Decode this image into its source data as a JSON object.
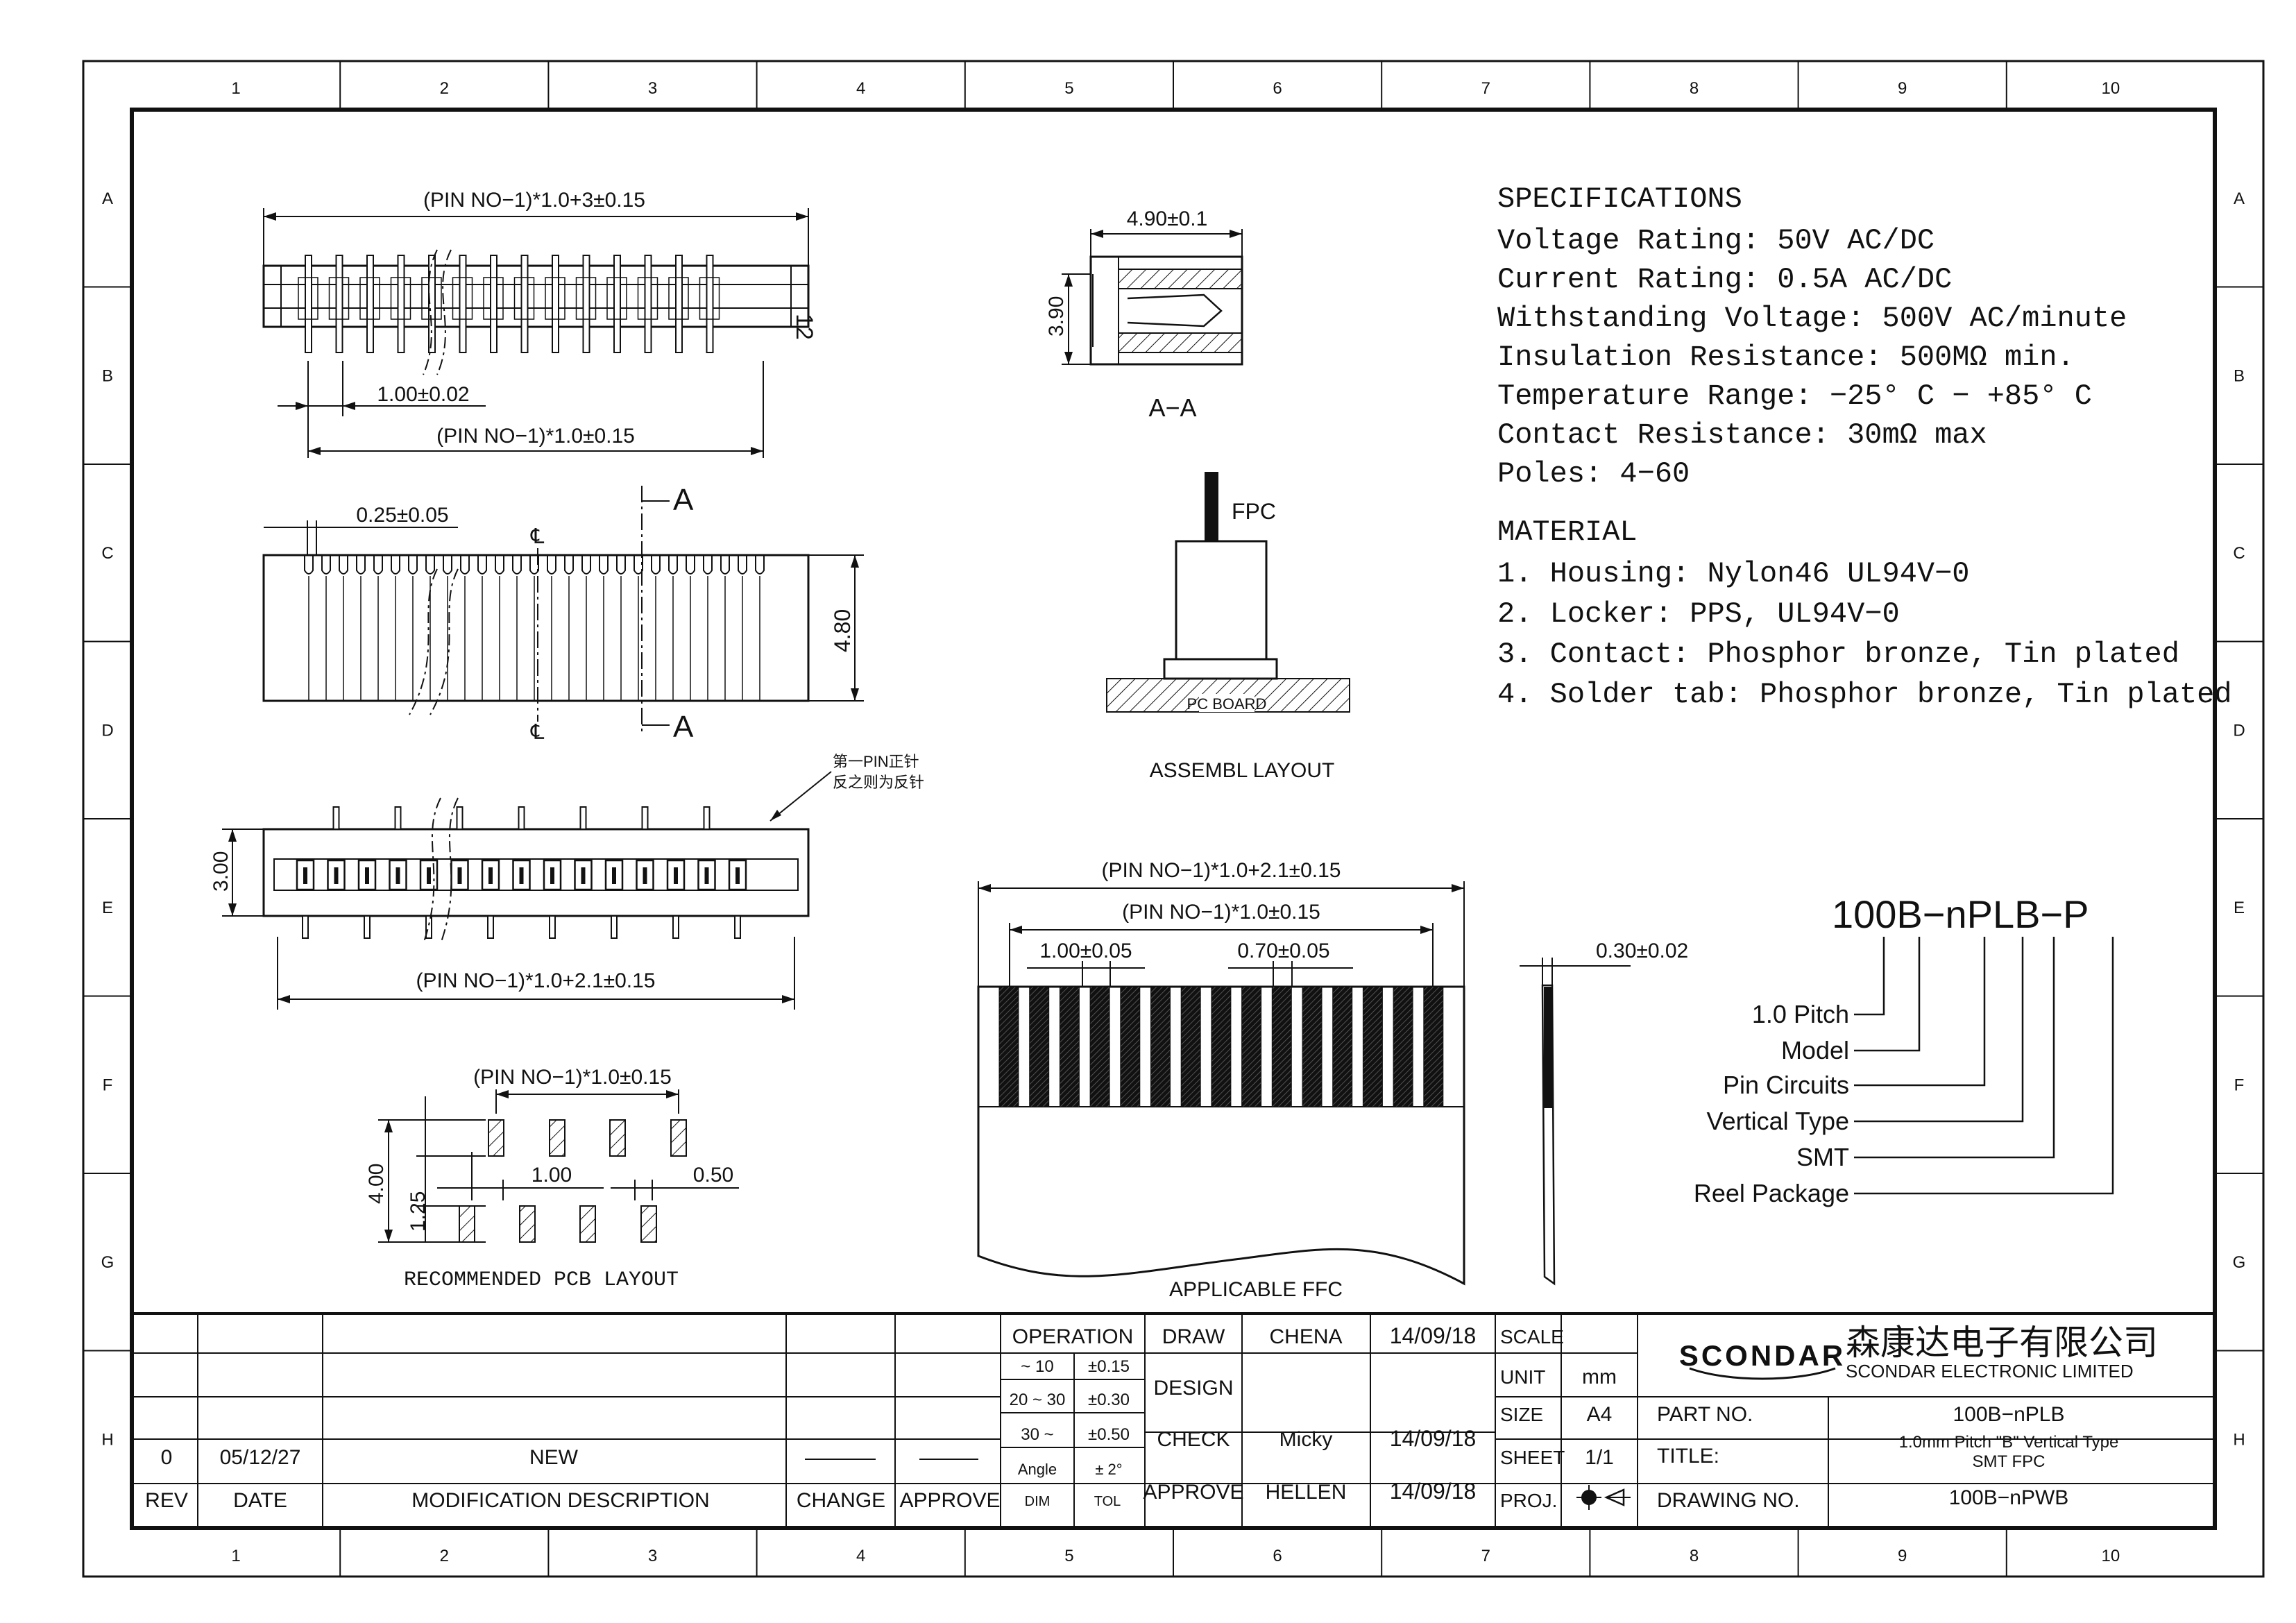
{
  "frame": {
    "columns": [
      "1",
      "2",
      "3",
      "4",
      "5",
      "6",
      "7",
      "8",
      "9",
      "10"
    ],
    "rows": [
      "A",
      "B",
      "C",
      "D",
      "E",
      "F",
      "G",
      "H"
    ]
  },
  "views": {
    "top": {
      "dim_total": "(PIN  NO−1)*1.0+3±0.15",
      "dim_pitch": "1.00±0.02",
      "dim_span": "(PIN  NO−1)*1.0±0.15",
      "dim_height": "12"
    },
    "front": {
      "dim_slot": "0.25±0.05",
      "section_label_top": "A",
      "section_label_bottom": "A",
      "cl_top": "℄",
      "cl_bottom": "℄",
      "dim_height": "4.80"
    },
    "bottom": {
      "note_line1": "第一PIN正针",
      "note_line2": "反之则为反针",
      "dim_height": "3.00",
      "dim_total": "(PIN  NO−1)*1.0+2.1±0.15"
    },
    "pcb": {
      "dim_span": "(PIN  NO−1)*1.0±0.15",
      "dim_height": "4.00",
      "dim_inner": "1.25",
      "dim_pitch": "1.00",
      "dim_pad": "0.50",
      "caption": "RECOMMENDED  PCB  LAYOUT"
    },
    "section": {
      "dim_width": "4.90±0.1",
      "dim_height": "3.90",
      "caption": "A−A"
    },
    "assembly": {
      "fpc_label": "FPC",
      "board_label": "PC  BOARD",
      "caption": "ASSEMBL  LAYOUT"
    },
    "ffc": {
      "dim_total": "(PIN  NO−1)*1.0+2.1±0.15",
      "dim_span": "(PIN  NO−1)*1.0±0.15",
      "dim_pitch": "1.00±0.05",
      "dim_width": "0.70±0.05",
      "dim_thickness": "0.30±0.02",
      "caption": "APPLICABLE  FFC"
    }
  },
  "specifications": {
    "heading": "SPECIFICATIONS",
    "lines": [
      "Voltage Rating: 50V AC/DC",
      "Current Rating: 0.5A AC/DC",
      "Withstanding Voltage: 500V AC/minute",
      "Insulation Resistance: 500MΩ min.",
      "Temperature Range: −25° C − +85° C",
      "Contact Resistance: 30mΩ max",
      "Poles: 4−60"
    ]
  },
  "material": {
    "heading": "MATERIAL",
    "lines": [
      "1. Housing: Nylon46  UL94V−0",
      "2. Locker: PPS, UL94V−0",
      "3. Contact: Phosphor  bronze, Tin  plated",
      "4. Solder  tab: Phosphor  bronze, Tin  plated"
    ]
  },
  "part_code": {
    "code": "100B−nPLB−P",
    "legend": [
      "1.0  Pitch",
      "Model",
      "Pin Circuits",
      "Vertical  Type",
      "SMT",
      "Reel  Package"
    ]
  },
  "title_block": {
    "rev_header": "REV",
    "date_header": "DATE",
    "desc_header": "MODIFICATION  DESCRIPTION",
    "change_header": "CHANGE",
    "approve_header": "APPROVE",
    "rev_value": "0",
    "date_value": "05/12/27",
    "desc_value": "NEW",
    "tol": {
      "heading": "OPERATION",
      "rows": [
        {
          "dim": "~  10",
          "tol": "±0.15"
        },
        {
          "dim": "20  ~  30",
          "tol": "±0.30"
        },
        {
          "dim": "30  ~",
          "tol": "±0.50"
        },
        {
          "dim": "Angle",
          "tol": "±  2°"
        }
      ],
      "dim_label": "DIM",
      "tol_label": "TOL"
    },
    "sign": [
      {
        "role": "DRAW",
        "name": "CHENA",
        "date": "14/09/18"
      },
      {
        "role": "DESIGN",
        "name": "",
        "date": ""
      },
      {
        "role": "CHECK",
        "name": "Micky",
        "date": "14/09/18"
      },
      {
        "role": "APPROVE",
        "name": "HELLEN",
        "date": "14/09/18"
      }
    ],
    "scale_label": "SCALE",
    "unit_label": "UNIT",
    "unit_value": "mm",
    "size_label": "SIZE",
    "size_value": "A4",
    "sheet_label": "SHEET",
    "sheet_value": "1/1",
    "proj_label": "PROJ.",
    "company_logo": "SCONDAR",
    "company_cn": "森康达电子有限公司",
    "company_en": "SCONDAR  ELECTRONIC  LIMITED",
    "part_no_label": "PART  NO.",
    "part_no_value": "100B−nPLB",
    "title_label": "TITLE:",
    "title_line1": "1.0mm  Pitch  \"B\"  Vertical  Type",
    "title_line2": "SMT    FPC",
    "drawing_no_label": "DRAWING  NO.",
    "drawing_no_value": "100B−nPWB"
  }
}
